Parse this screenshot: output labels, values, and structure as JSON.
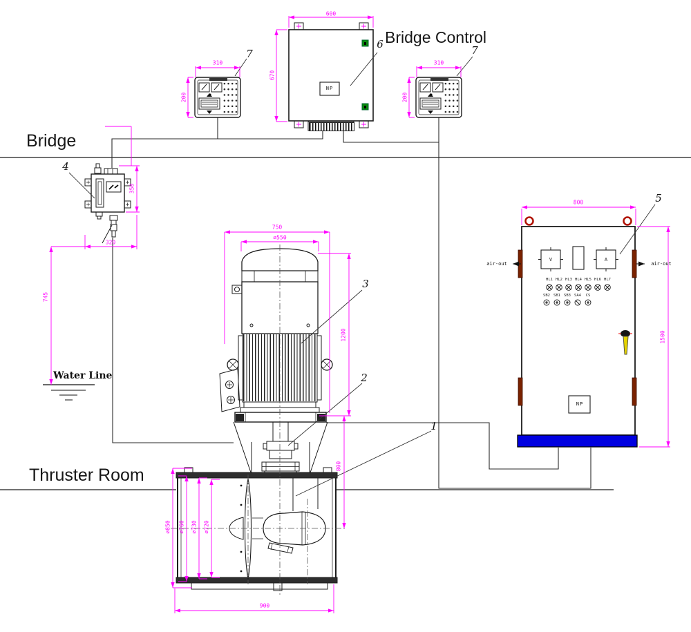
{
  "titles": {
    "bridge_control": "Bridge Control",
    "bridge": "Bridge",
    "thruster_room": "Thruster Room",
    "water_line": "Water Line"
  },
  "callouts": {
    "n1": "1",
    "n2": "2",
    "n3": "3",
    "n4": "4",
    "n5": "5",
    "n6": "6",
    "n7_left": "7",
    "n7_right": "7"
  },
  "bridge_control_box": {
    "nameplate": "NP",
    "dim_width": "600",
    "dim_height": "670"
  },
  "panel_left": {
    "dim_width": "310",
    "dim_height": "200"
  },
  "panel_right": {
    "dim_width": "310",
    "dim_height": "200"
  },
  "gravity_tank": {
    "dim_width": "320",
    "dim_height": "350",
    "dim_to_waterline": "745"
  },
  "motor": {
    "dim_width": "750",
    "dim_cap_dia": "⌀550",
    "dim_height": "1200",
    "dim_base_to_prop_center": "800"
  },
  "thruster": {
    "dim_dia_1": "⌀850",
    "dim_dia_2": "⌀760",
    "dim_dia_3": "⌀730",
    "dim_dia_4": "⌀720",
    "dim_length": "900"
  },
  "cabinet": {
    "dim_width": "800",
    "dim_height": "1500",
    "vent_left": "air-out",
    "vent_right": "air-out",
    "nameplate": "NP",
    "meter_v": "V",
    "meter_a": "A",
    "lights": [
      "HL1",
      "HL2",
      "HL3",
      "HL4",
      "HL5",
      "HL6",
      "HL7"
    ],
    "buttons": [
      "SB2",
      "SB1",
      "SB3",
      "SA4",
      "CS"
    ]
  },
  "colors": {
    "dimension": "#ff00ff",
    "linework": "#1c1c1c",
    "cabinet_base": "#0000e0",
    "latch_green": "#0b8a0b",
    "lifting_eye_red": "#b01000",
    "handle_yellow": "#e6d400"
  }
}
